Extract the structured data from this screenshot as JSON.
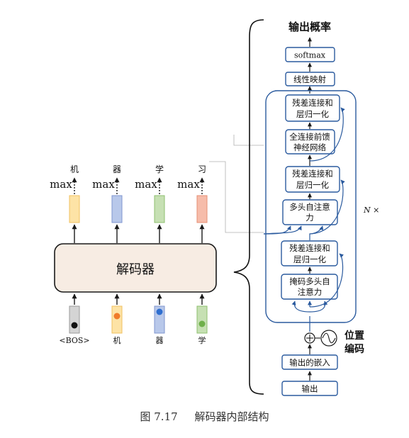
{
  "caption": {
    "fig_no": "图 7.17",
    "title": "解码器内部结构"
  },
  "left": {
    "decoder_label": "解码器",
    "max_label": "max",
    "outputs": [
      "机",
      "器",
      "学",
      "习"
    ],
    "inputs": [
      "<BOS>",
      "机",
      "器",
      "学"
    ],
    "colors": {
      "output_boxes": [
        "#fde3a6",
        "#b8c8ea",
        "#c6e0b3",
        "#f6bcaa"
      ],
      "output_borders": [
        "#f0c060",
        "#7f96cf",
        "#8fbf6f",
        "#e58f74"
      ],
      "input_boxes": [
        "#d4d4d4",
        "#fde3a6",
        "#b8c8ea",
        "#c6e0b3"
      ],
      "input_borders": [
        "#9a9a9a",
        "#f0c060",
        "#7f96cf",
        "#8fbf6f"
      ],
      "dots": [
        "#111111",
        "#f07b2a",
        "#2f6fd0",
        "#6fb04b"
      ],
      "decoder_fill": "#f7ece3"
    }
  },
  "right": {
    "title": "输出概率",
    "softmax": "softmax",
    "linear": "线性映射",
    "add_norm": [
      "残差连接和",
      "层归一化"
    ],
    "ffn": [
      "全连接前馈",
      "神经网络"
    ],
    "mha": [
      "多头自注意",
      "力"
    ],
    "masked_mha": [
      "掩码多头自",
      "注意力"
    ],
    "n_label": "N ×",
    "pos_enc": [
      "位置",
      "编码"
    ],
    "embed": "输出的嵌入",
    "output": "输出",
    "accent": "#2a5a9e"
  }
}
